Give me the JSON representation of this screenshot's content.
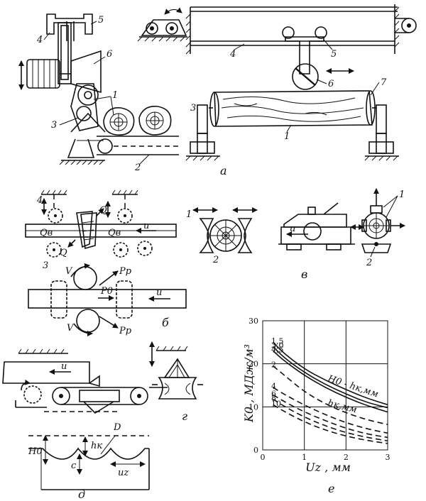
{
  "panels": {
    "a": {
      "caption": "а",
      "labels_left": [
        "4",
        "5",
        "6",
        "1",
        "3",
        "2"
      ],
      "labels_right": [
        "4",
        "5",
        "6",
        "7",
        "3",
        "1"
      ]
    },
    "b": {
      "caption": "б",
      "labels": [
        "4",
        "3"
      ],
      "force_labels": [
        "Q",
        "Q",
        "Qв",
        "Qв",
        "V",
        "V",
        "Pp",
        "Pp",
        "P0",
        "u",
        "u"
      ],
      "side_labels": [
        "1",
        "2"
      ]
    },
    "v": {
      "caption": "в",
      "labels": [
        "u",
        "1",
        "2"
      ]
    },
    "g": {
      "caption": "г",
      "labels": [
        "u"
      ]
    },
    "d": {
      "caption": "д",
      "labels": [
        "D",
        "H0",
        "hк",
        "c",
        "uz"
      ]
    },
    "e": {
      "caption": "е"
    }
  },
  "chart_data": {
    "type": "line",
    "xlabel": "Uz , мм",
    "ylabel": "K0 , МДж/м³",
    "xlim": [
      0,
      3
    ],
    "ylim": [
      0,
      30
    ],
    "x_ticks": [
      0,
      1,
      2,
      3
    ],
    "y_ticks": [
      0,
      10,
      20,
      30
    ],
    "grid": true,
    "annotations": [
      "H0 - hк,мм",
      "hк,мм"
    ],
    "series": [
      {
        "name": "1,5",
        "style": "solid",
        "x": [
          0.25,
          0.5,
          1.0,
          1.5,
          2.0,
          2.5,
          3.0
        ],
        "y": [
          25.0,
          22.5,
          18.8,
          16.2,
          14.0,
          12.0,
          10.5
        ]
      },
      {
        "name": "3,0",
        "style": "solid",
        "x": [
          0.25,
          0.5,
          1.0,
          1.5,
          2.0,
          2.5,
          3.0
        ],
        "y": [
          24.0,
          21.5,
          18.0,
          15.2,
          13.0,
          11.0,
          9.8
        ]
      },
      {
        "name": "4,5",
        "style": "solid",
        "x": [
          0.25,
          0.5,
          1.0,
          1.5,
          2.0,
          2.5,
          3.0
        ],
        "y": [
          23.0,
          20.8,
          17.3,
          14.5,
          12.2,
          10.3,
          8.8
        ]
      },
      {
        "name": "2",
        "style": "dashed",
        "x": [
          0.25,
          0.5,
          1.0,
          1.5,
          2.0,
          2.5,
          3.0
        ],
        "y": [
          19.5,
          17.5,
          13.5,
          10.7,
          8.6,
          7.0,
          5.9
        ]
      },
      {
        "name": "4",
        "style": "dashed",
        "x": [
          0.25,
          0.5,
          1.0,
          1.5,
          2.0,
          2.5,
          3.0
        ],
        "y": [
          14.5,
          13.0,
          10.4,
          8.2,
          6.3,
          4.9,
          3.9
        ]
      },
      {
        "name": "6",
        "style": "dashed",
        "x": [
          0.25,
          0.5,
          1.0,
          1.5,
          2.0,
          2.5,
          3.0
        ],
        "y": [
          12.8,
          11.3,
          8.8,
          6.8,
          5.0,
          3.7,
          2.9
        ]
      },
      {
        "name": "8",
        "style": "dashed",
        "x": [
          0.25,
          0.5,
          1.0,
          1.5,
          2.0,
          2.5,
          3.0
        ],
        "y": [
          11.8,
          10.2,
          7.6,
          5.6,
          4.0,
          2.9,
          2.1
        ]
      },
      {
        "name": "10",
        "style": "dashed",
        "x": [
          0.25,
          0.5,
          1.0,
          1.5,
          2.0,
          2.5,
          3.0
        ],
        "y": [
          10.5,
          9.0,
          6.5,
          4.6,
          3.2,
          2.2,
          1.5
        ]
      }
    ]
  }
}
